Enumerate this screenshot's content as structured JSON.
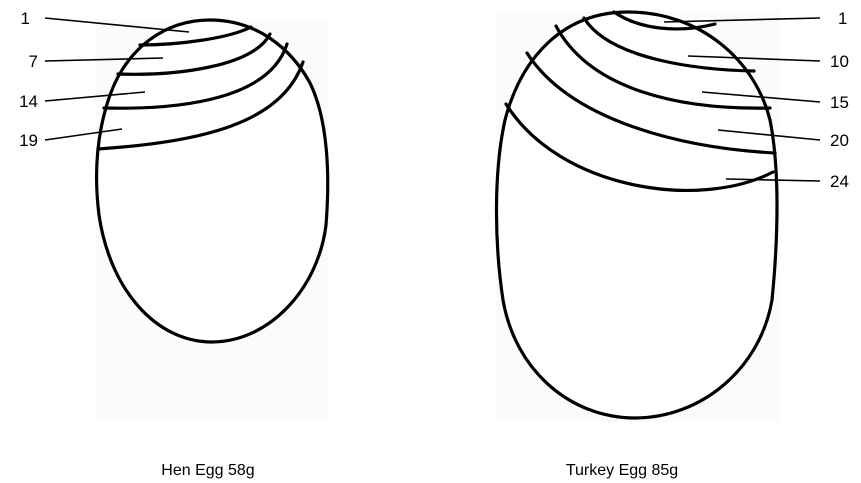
{
  "hen": {
    "caption": "Hen Egg 58g",
    "labels": [
      "1",
      "7",
      "14",
      "19"
    ]
  },
  "turkey": {
    "caption": "Turkey Egg 85g",
    "labels": [
      "1",
      "10",
      "15",
      "20",
      "24"
    ]
  }
}
